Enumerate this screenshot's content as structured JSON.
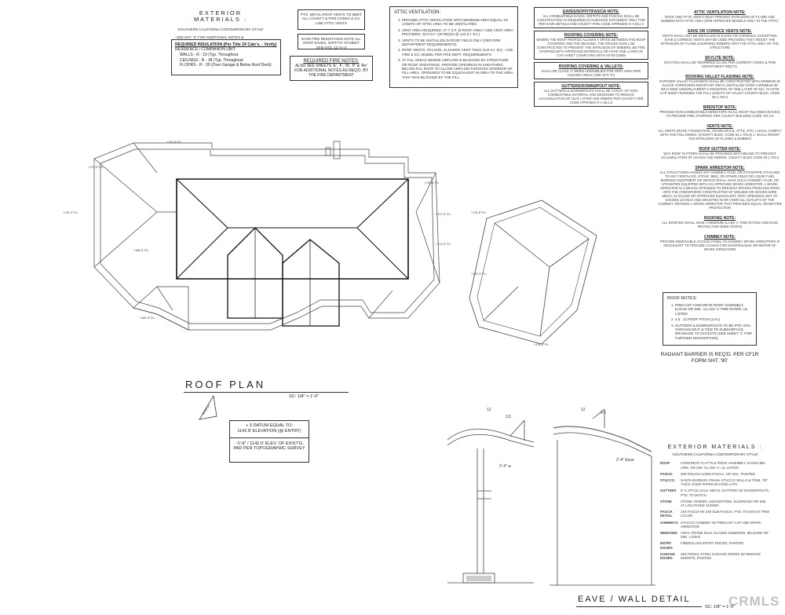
{
  "exterior_materials": {
    "title": "EXTERIOR MATERIALS :",
    "style": "'SOUTHERN CALIFORNIA CONTEMPORARY STYLE'",
    "note": "- SEE SHT. 'E' FOR ADDITIONAL NOTES & DESCRIPTIONS"
  },
  "insulation": {
    "title": "REQUIRED INSULATION (Per Title 24 Calc's. - Verify)",
    "unit": "RESIDENCE / COMPANION UNIT",
    "rows": [
      "WALLS - R - 19 (Typ. Throughout",
      "CEILINGS - R - 38 (Typ. Throughout",
      "FLOORS - R - 30 (Over Garage & Below Roof Deck)"
    ]
  },
  "vent_notes": {
    "pto": "PTO. METAL ROOF VENTS TO MEET ALL COUNTY & FIRE CODES & ICC LINE ATTIC VENTS",
    "eave": "EAVE FIRE RESISTANCE NOTE ALL ROOF EAVES, SOFFITS TO MEET SFM STD. 12-7A-3"
  },
  "fire_notes": {
    "title": "REQUIRED FIRE NOTES:",
    "body": "ALSO SEE SHEETS 'E', 'F', 'M', 'P' & 'Re' FOR ADDITIONAL NOTES AS REQ'D. BY THE FIRE DEPARTMENT"
  },
  "attic_ventilation": {
    "title": "ATTIC VENTILATION:",
    "items": [
      "PROVIDE ATTIC VENTILATION WITH MINIMUM AREA EQUAL TO 1/150th OF ATTIC AREA TO BE VENTILATED.",
      "VENT AREA REQUIRED: 27.7 S.F. (8 ROOF AREA / 150) VENT AREA PROVIDED: 30.0 S.F. (30 REQ'D @ 144 s.i. ea.)",
      "VENTS TO BE INSTALLED IN ROOF FIELD ONLY (PER FIRE DEPARTMENT REQUIREMENTS).",
      "ROOF VENTS: O'HAGIN, CLOAKED VENT TILES (144 S.I. EA) - USE FIRE & ICC MODEL PER FIRE DEPT. REQUIREMENTS",
      "AT FILL AREAS WHERE AIRFLOW IS BLOCKED BY STRUCTURE OR ROOF SHEATHING, PROVIDE OPENINGS IN SHEATHING BELOW FILL ROOF TO ALLOW AIRFLOW THROUGH INTERIOR OF FILL AREA. OPENINGS TO BE EQUIVALENT IN AREA TO THE AREA THAT WAS BLOCKED BY THE FILL."
    ]
  },
  "mid_notes": [
    {
      "title": "EAVES/SOFFIT/FASCIA NOTE:",
      "body": "ALL COMBUSTIBLE EAVES, SOFFITS AND FASCIAS SHALL BE CONSTRUCTED AS REQUIRED IN GUIDANCE DOCUMENT ONLY FOR PER EAVE DETAILS AND COUNTY FIRE CODE APPENDIX II-A 26.2.3"
    },
    {
      "title": "ROOFING COVERING NOTE:",
      "body": "WHERE THE ROOF PROFILE ALLOWS A SPACE BETWEEN THE ROOF COVERING AND THE DECKING, THE SPACES SHALL BE CONSTRUCTED TO PREVENT THE INTRUSION OF EMBERS, BE FIRE STOPPED WITH APPROVED MATERIALS OR HAVE ONE LAYER OF CAP SHEET COMPLYING WITH ASTM D3909"
    },
    {
      "title": "ROOFING COVERING & VALLEYS:",
      "body": "SHALL BE CLASS 'A' WHEN ASSEMBLIES FOR VERY HIGH FIRE HAZARD AREAS (SEE SHT. 'E')"
    },
    {
      "title": "GUTTERS/DOWNSPOUT NOTE:",
      "body": "ALL GUTTERS & DOWNSPOUTS SHALL BE CONST. OF NON-COMBUSTIBLE MATERIAL AND DESIGNED TO REDUCE ACCUMULATION OF LEAF LITTER AND DEBRIS PER COUNTY FIRE CODE APPENDIX II-A 26.2.3"
    }
  ],
  "right_notes": [
    {
      "title": "ATTIC VENTILATION NOTE:",
      "body": "ROOF AND ATTIC VENTS MUST PREVENT INTRUSION OF FLAME AND EMBERS INTO ATTIC AREA (SFM APPROVED MODELS ONLY IN THE ATTIC)"
    },
    {
      "title": "EAVE OR CORNICE VENTS NOTE:",
      "body": "VENTS SHALL NOT BE INSTALLED IN EAVES OR CORNICES. EXCEPTION: EAVE & CORNICE VENTS MAY BE USED PROVIDED THEY RESIST THE INTRUSION OF FLAME & BURNING EMBERS INTO THE ATTIC AREA OF THE STRUCTURE"
    },
    {
      "title": "SKYLITE NOTE:",
      "body": "SKYLITES SHALL BE TEMPERED GLASS PER CURRENT CODES & FIRE DEPARTMENT REQ'TS."
    },
    {
      "title": "ROOFING VALLEY FLASHING NOTE:",
      "body": "EXPOSED VALLEY FLASHINGS SHALL BE CONSTRUCTED WITH MINIMUM 26 GAUGE CORROSION-RESISTANT METAL INSTALLED OVER A MINIMUM 36 INCH WIDE UNDERLAYMENT CONSISTING OF ONE LAYER OF NO. 72 ASTM CAP SHEET RUNNING THE FULL LENGTH OF VALLEY COUNTY BLDG. CODE 92.1.704.8"
    },
    {
      "title": "BIRDSTOP NOTE:",
      "body": "PROVIDE NON-COMBUSTIBLE BIRDSTOPS IN ALL ROOF TILE ENDS (EAVES) TO PROVIDE FIRE STOPPING PER COUNTY BUILDING CODE 704.2.8"
    },
    {
      "title": "VENTS NOTE:",
      "body": "ALL VENTS (ROOF, FOUNDATION, CRAWLSPACE, ATTIC, ETC.) SHALL COMPLY WITH THE FOLLOWING: (COUNTY BLDG. CODE 92.1.704.3) 1. SHALL RESIST THE INTRUSION OF FLAMES & EMBERS"
    },
    {
      "title": "ROOF GUTTER NOTE:",
      "body": "WAY ROOF GUTTERS SHALL BE PROVIDED WITH MEANS TO PREVENT ACCUMULATION OF LEAVES AND DEBRIS. COUNTY BLDG CODE 92.1.704.2"
    },
    {
      "title": "SPARK ARRESTOR NOTE:",
      "body": "ALL STRUCTURES HAVING ANY CHIMNEY, FLUE, OR STOVEPIPE ATTACHED TO ANY FIREPLACE, STOVE, BBQ, OR OTHER SOLID OR LIQUID FUEL BURNING EQUIPMENT OR DEVICE SHALL HAVE SUCH CHIMNEY, FLUE, OR STOVEPIPE EQUIPPED WITH AN APPROVED SPARK ARRESTOR. A SPARK ARRESTOR IS A DEVICE INTENDED TO PREVENT SPARKS FROM ESCAPING INTO THE ATMOSPHERE CONSTRUCTED OF WELDED OR WOVEN WIRE MESH, 12 GAUGE OR APPROVED EQUIVALENT, WITH OPENINGS NOT TO EXCEED 1/2 INCH AND MOUNTED IN OR OVER ALL OUTLETS OF THE CHIMNEY. PROVIDE A SPARK ARRESTOR THAT PROVIDES EQUAL OR BETTER PROTECTION"
    },
    {
      "title": "ROOFING NOTE:",
      "body": "ALL ROOFING SHALL HAVE A MINIMUM CLASS 'A' FIRE RATING AND EAVE PROTECTION (BIRD STOPS)"
    },
    {
      "title": "CHIMNEY NOTE:",
      "body": "PROVIDE REMOVABLE ACCESS PANEL TO CHIMNEY SPARK ARRESTORS IF NECESSARY TO PROVIDE ACCESS FOR MAINTENANCE OR REPAIR OF SPARK ARRESTORS"
    }
  ],
  "roof_notes": {
    "title": "ROOF NOTES:",
    "items": [
      "PRECAST CONCRETE ROOF ASSEMBLY, EAGLE OR SIM., CLASS 'A' FIRE RATED, UL LISTED",
      "3.5 : 12 ROOF PITCH (U.N.)",
      "GUTTERS & DOWNSPOUTS TO BE PTD. MTL. THROUGHOUT & TIED TO SUBSURFACE DRAINAGE TO OUTLETS (SEE SHEET 'C' FOR FURTHER DESCRIPTION)"
    ]
  },
  "radiant_barrier": "RADIANT BARRIER IS REQ'D. PER CF1R FORM SHT. '90'",
  "roof_plan": {
    "title": "ROOF PLAN",
    "scale": "SC: 1/8\" = 1'-0\"",
    "north": "NORTH",
    "dims": [
      "+170'-6\" P.L.",
      "+172'-0\" P.L.",
      "+175'-4\" P.L.",
      "+168'-5\" P.L.",
      "+176'-8\" P.L.",
      "+171'-3\" P.L.",
      "+174'-0\" P.L.",
      "+169'-9\" P.L."
    ]
  },
  "datum": {
    "line1": "+ 0 DATUM EQUAL TO:",
    "line2": "1142.8' ELEVATION (@ ENTRY)",
    "line3": "- 0'-8\" / 1142.0' ELEV. OF EXIST'G.",
    "line4": "PAD PER TOPOGRAPHIC SURVEY"
  },
  "eave_detail": {
    "title": "EAVE / WALL DETAIL",
    "scale": "SC: 1/8\" = 1'-0\"",
    "pitch_run": "12",
    "pitch_rise": "3.5",
    "overhang_left": "2'-4\" w",
    "overhang_right": "2'-4\" Eave"
  },
  "ext_materials_detail": {
    "title": "EXTERIOR MATERIALS :",
    "style": "'SOUTHERN CALIFORNIA CONTEMPORARY STYLE'",
    "rows": [
      {
        "k": "ROOF",
        "v": "CONCRETE FLAT TILE ROOF ASSEMBLY, EAGLE BEL AIRE, OR SIM. CLASS 'A', UL LISTED"
      },
      {
        "k": "FASCIA",
        "v": "3X8 ROUGH SAWN FASCIA, OR SIM., PAINTED"
      },
      {
        "k": "STUCCO",
        "v": "SANTA BARBARA FINISH STUCCO WALLS & TRIM, 7/8\" THICK OVER PAPER BACKED LATH"
      },
      {
        "k": "GUTTERS",
        "v": "5\" K-STYLE GALV. METAL GUTTERS W/ DOWNSPOUTS, PTD. TO MATCH"
      },
      {
        "k": "STONE",
        "v": "STONE VENEER, LEDGESTONE, ELDORADO OR SIM. AT LOCATIONS SHOWN"
      },
      {
        "k": "FASCIA DETAIL",
        "v": "2X6 FASCIA W/ 2X8 SUB-FASCIA, PTD. TO MATCH TRIM COLOR"
      },
      {
        "k": "CHIMNEYS",
        "v": "STUCCO CHIMNEY W/ PRECAST CAP AND SPARK ARRESTOR"
      },
      {
        "k": "WINDOWS",
        "v": "VINYL FRAME DUAL GLAZED WINDOWS, MILGARD OR SIM., LOW-E"
      },
      {
        "k": "ENTRY DOORS",
        "v": "FIBERGLASS ENTRY DOORS, PAINTED"
      },
      {
        "k": "GARAGE DOORS",
        "v": "SECTIONAL STEEL GARAGE DOORS W/ WINDOW INSERTS, PAINTED"
      }
    ]
  },
  "watermark": "CRMLS"
}
